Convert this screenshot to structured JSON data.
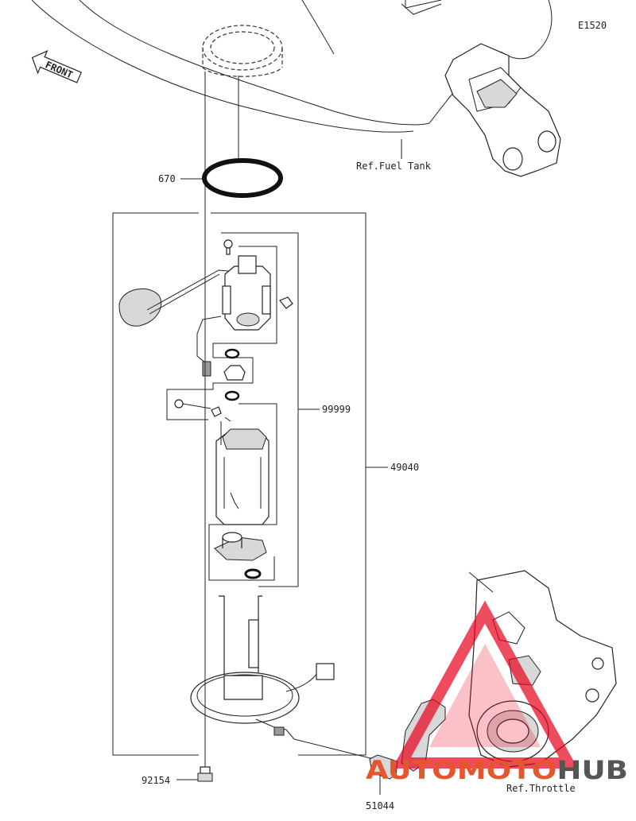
{
  "diagram_code": "E1520",
  "front_label": "FRONT",
  "references": {
    "fuel_tank": "Ref.Fuel Tank",
    "throttle": "Ref.Throttle"
  },
  "part_numbers": {
    "o_ring": "670",
    "pump_subassembly": "99999",
    "pump_assembly": "49040",
    "bolt": "92154",
    "hose": "51044"
  },
  "watermark": {
    "brand": "AUTOMOTOHUB",
    "colors": {
      "auto_moto": "#e4572e",
      "hub": "#555555",
      "triangle": "#e8001c"
    }
  }
}
